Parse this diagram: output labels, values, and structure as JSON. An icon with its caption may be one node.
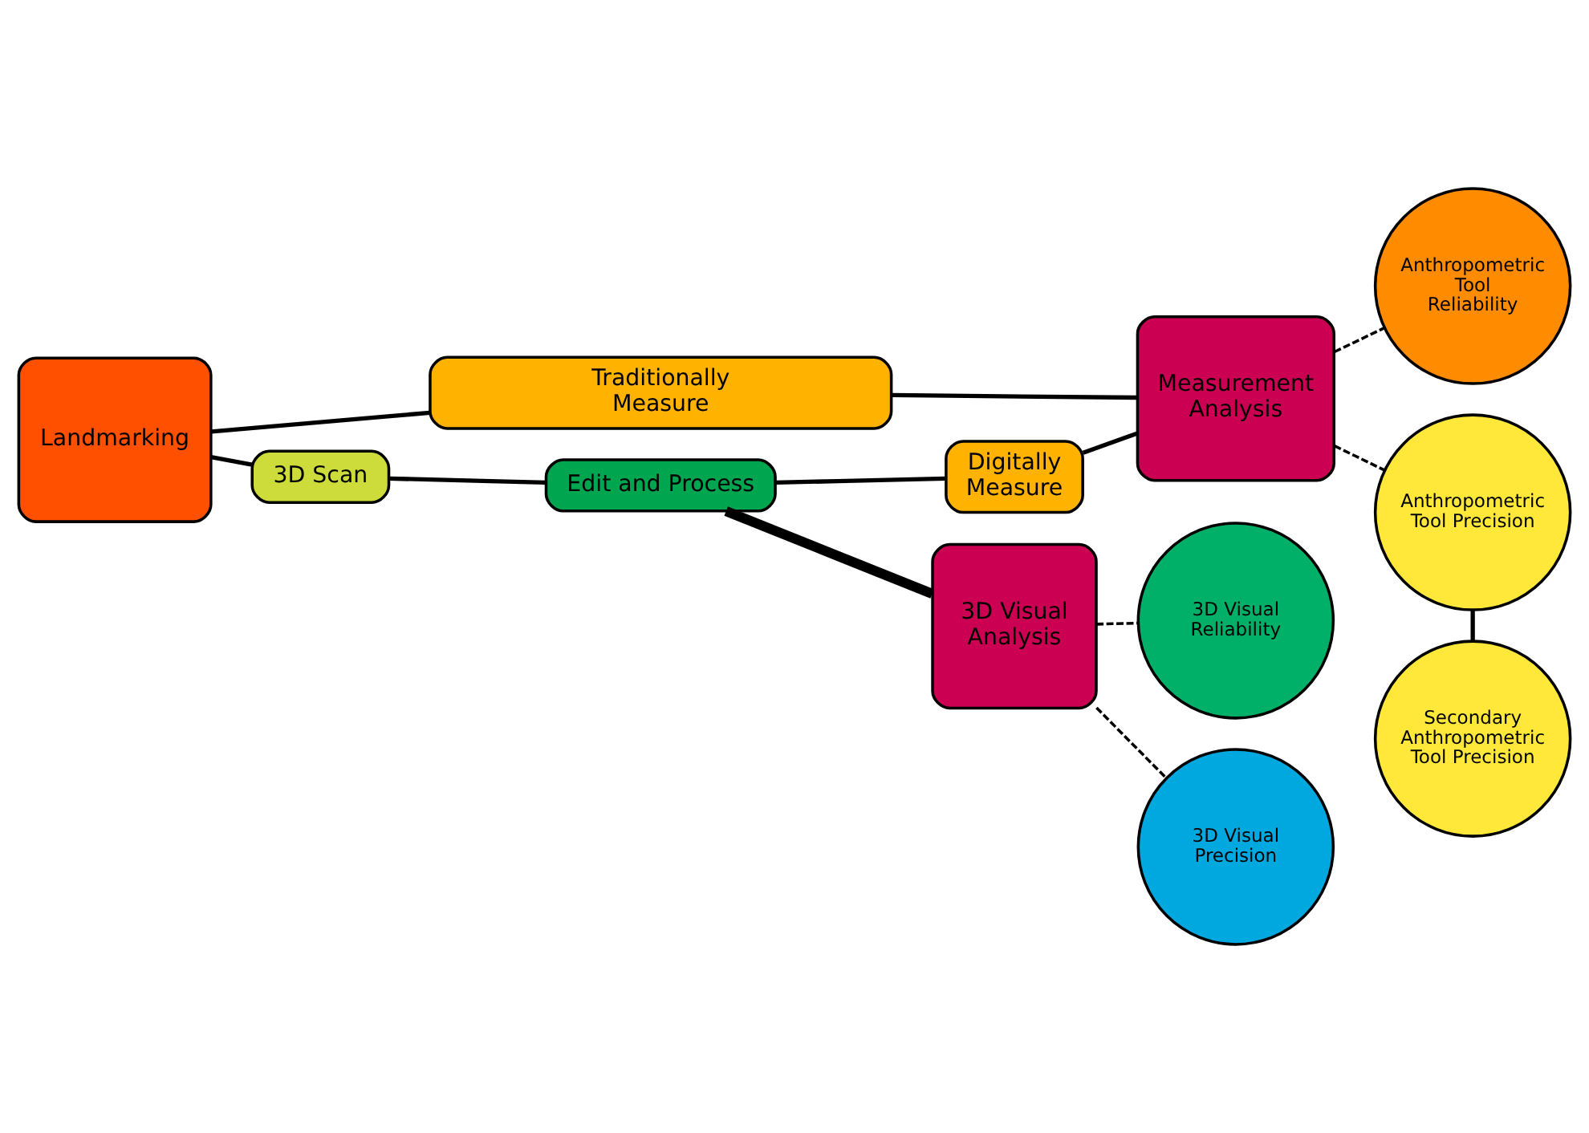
{
  "diagram": {
    "nodes": [
      {
        "text": [
          "Landmarking"
        ]
      },
      {
        "text": [
          "Traditionally Measure"
        ]
      },
      {
        "text": [
          "3D Scan"
        ]
      },
      {
        "text": [
          "Edit and Process"
        ]
      },
      {
        "text": [
          "Digitally Measure"
        ]
      },
      {
        "text": [
          "Measurement Analysis"
        ]
      },
      {
        "text": [
          "Anthropometric Tool Reliability"
        ]
      },
      {
        "text": [
          "Anthropometric Tool Precision"
        ]
      },
      {
        "text": [
          "Secondary Anthropometric Tool Precision"
        ]
      },
      {
        "text": [
          "3D Visual Analysis"
        ]
      },
      {
        "text": [
          "3D Visual Reliability"
        ]
      },
      {
        "text": [
          "3D Visual Precision"
        ]
      }
    ],
    "edges": [
      {
        "from": 0,
        "to": 1,
        "arrow": "none"
      },
      {
        "from": 1,
        "to": 5,
        "arrow": "none"
      },
      {
        "from": 0,
        "to": 2,
        "arrow": "none"
      },
      {
        "from": 2,
        "to": 3,
        "arrow": "none"
      },
      {
        "from": 3,
        "to": 4,
        "arrow": "none"
      },
      {
        "from": 4,
        "to": 5,
        "arrow": "none"
      },
      {
        "from": 3,
        "to": 9,
        "arrow": "none",
        "style": "thick"
      },
      {
        "from": 5,
        "to": 6,
        "arrow": "none",
        "style": "dashed"
      },
      {
        "from": 5,
        "to": 7,
        "arrow": "none",
        "style": "dashed"
      },
      {
        "from": 7,
        "to": 8,
        "arrow": "none"
      },
      {
        "from": 9,
        "to": 10,
        "arrow": "none",
        "style": "dashed"
      },
      {
        "from": 9,
        "to": 11,
        "arrow": "none",
        "style": "dashed"
      }
    ]
  }
}
